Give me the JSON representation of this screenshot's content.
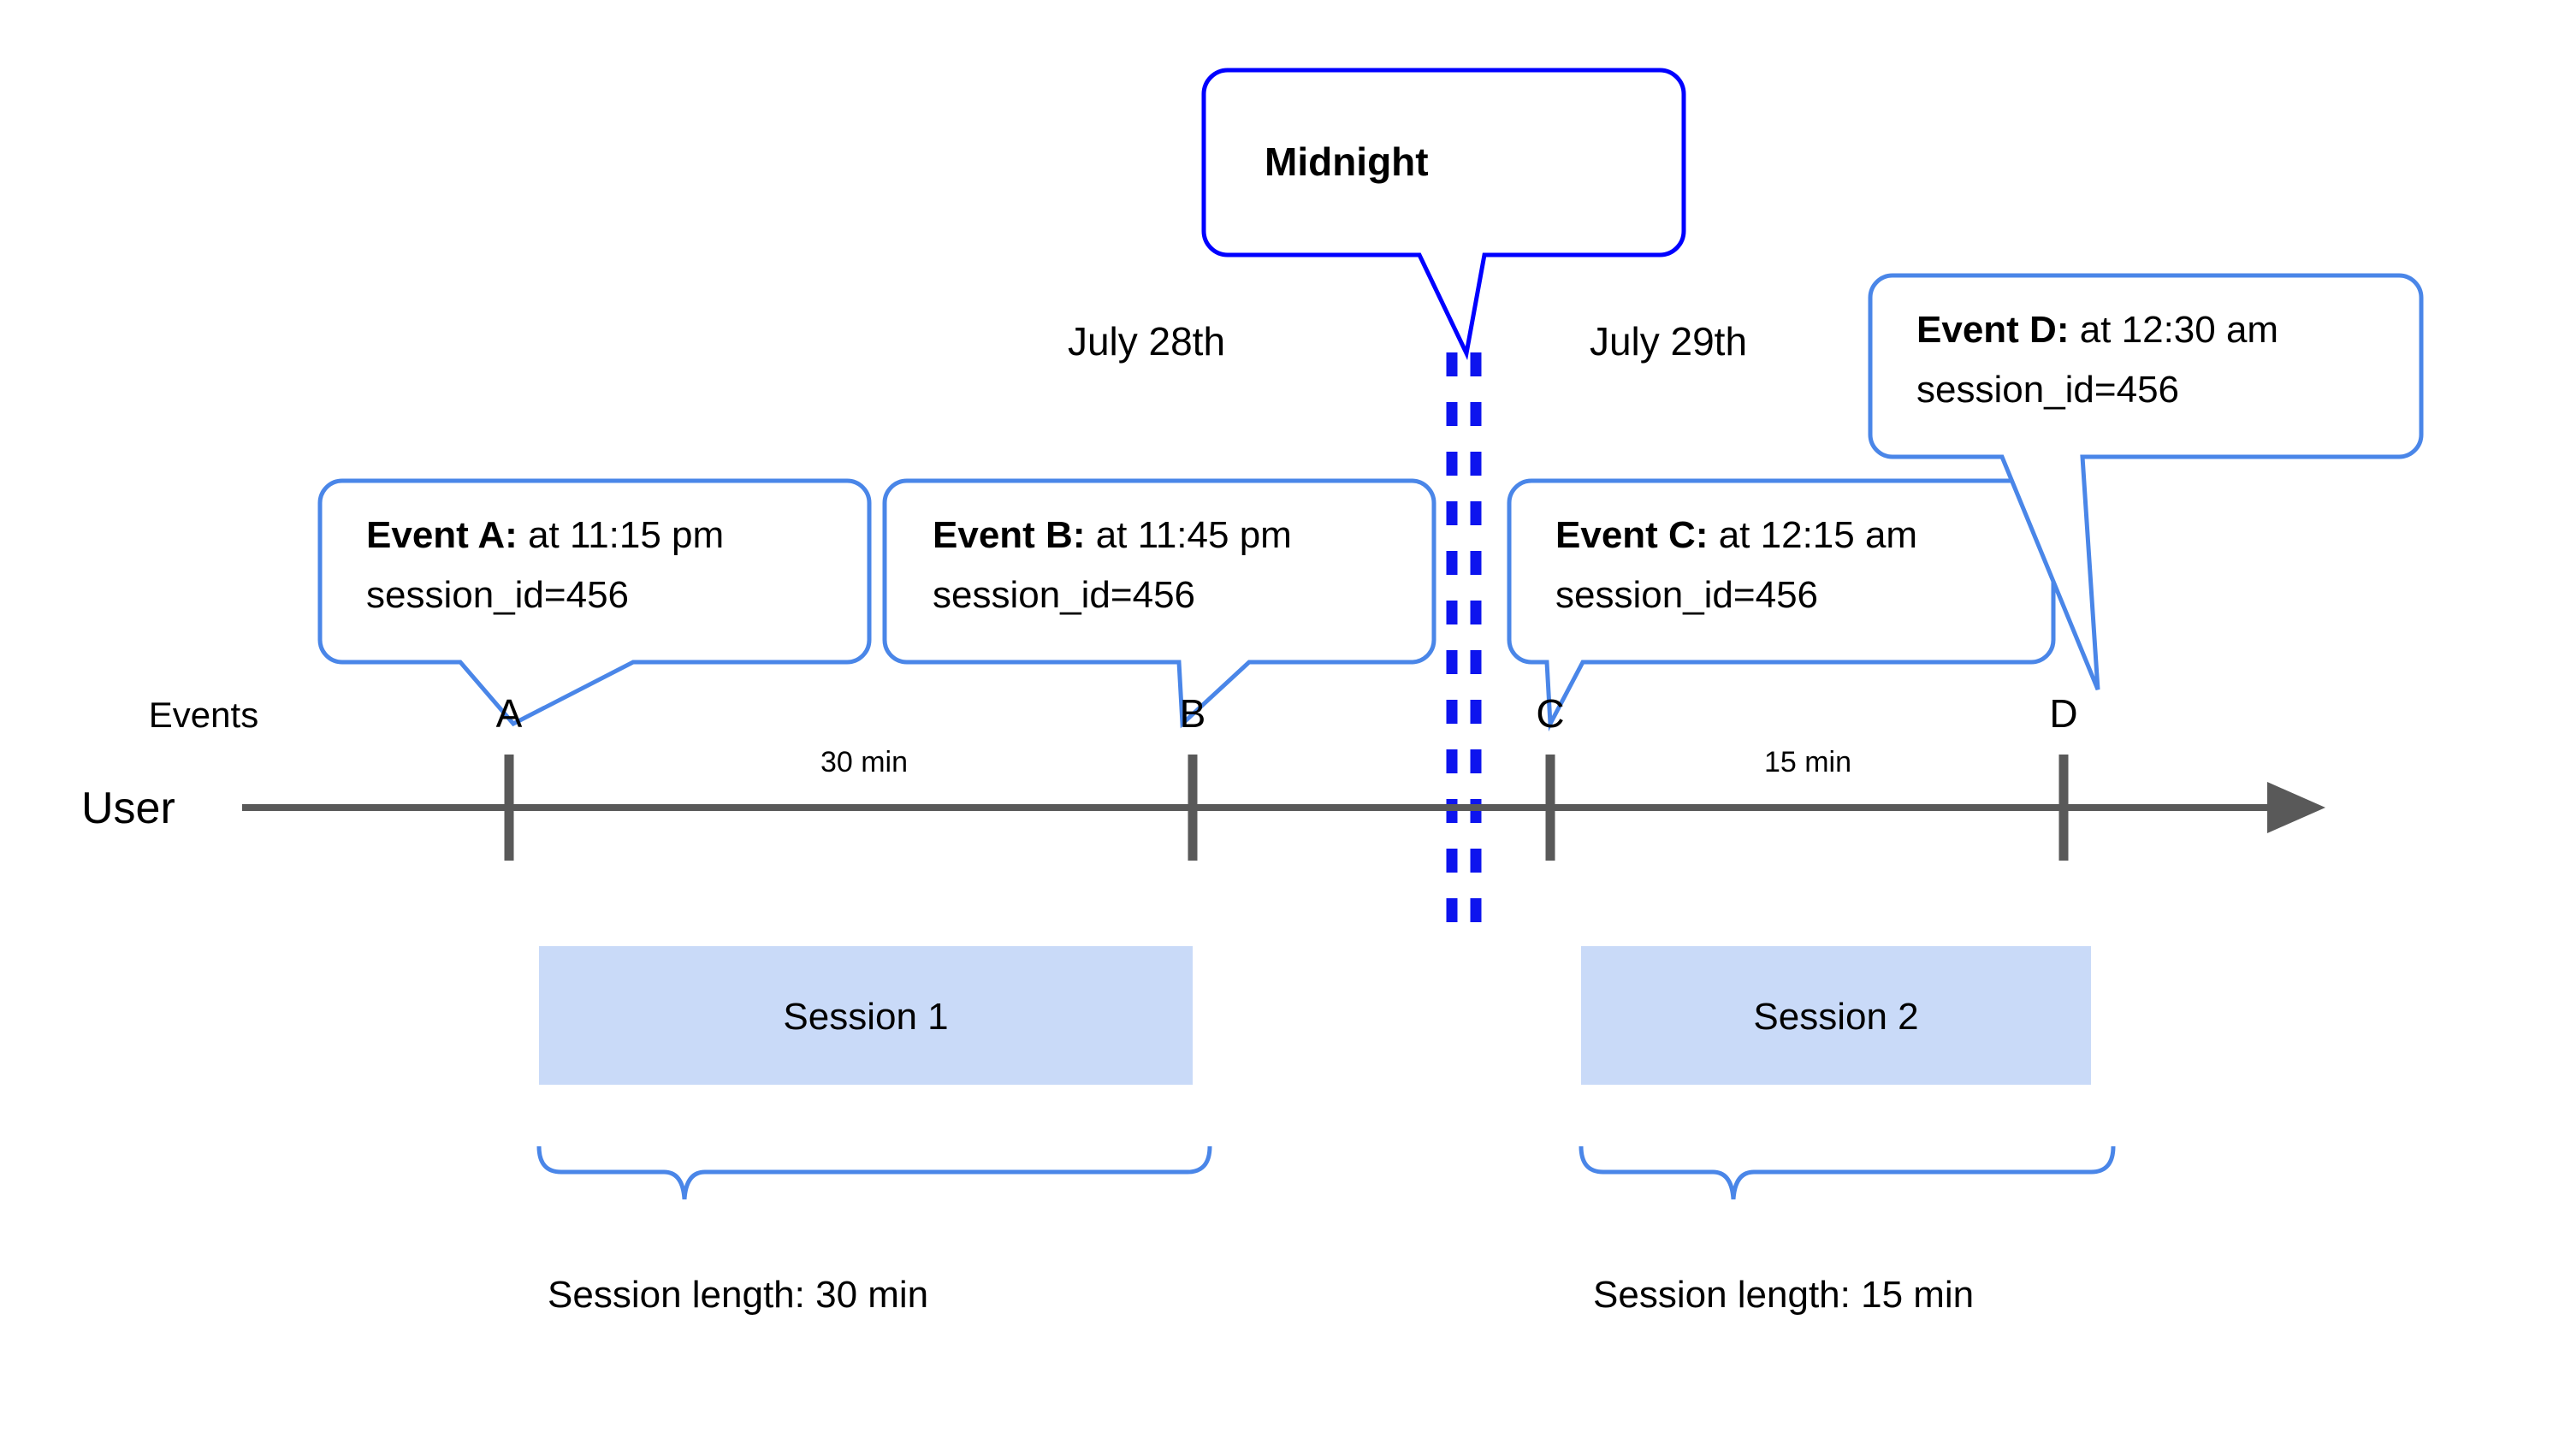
{
  "diagram": {
    "title": "User session timeline across midnight",
    "colors": {
      "callout_border": "#4A86E8",
      "midnight_border": "#0000FF",
      "midnight_dash": "#0D14EE",
      "session_fill": "#C9DAF8",
      "axis": "#595959",
      "text": "#000000",
      "background": "#FFFFFF"
    },
    "lanes": {
      "events_label": "Events",
      "user_label": "User"
    },
    "dates": [
      {
        "label": "July 28th"
      },
      {
        "label": "July 29th"
      }
    ],
    "midnight": {
      "label": "Midnight"
    },
    "events": [
      {
        "letter": "A",
        "bold": "Event A:",
        "rest": " at 11:15 pm",
        "line2": "session_id=456"
      },
      {
        "letter": "B",
        "bold": "Event B:",
        "rest": " at 11:45 pm",
        "line2": "session_id=456"
      },
      {
        "letter": "C",
        "bold": "Event C:",
        "rest": " at 12:15 am",
        "line2": "session_id=456"
      },
      {
        "letter": "D",
        "bold": "Event D:",
        "rest": " at 12:30 am",
        "line2": "session_id=456"
      }
    ],
    "gaps": [
      {
        "label": "30 min"
      },
      {
        "label": "15 min"
      }
    ],
    "sessions": [
      {
        "label": "Session 1",
        "length_label": "Session length: 30 min"
      },
      {
        "label": "Session 2",
        "length_label": "Session length: 15 min"
      }
    ]
  }
}
